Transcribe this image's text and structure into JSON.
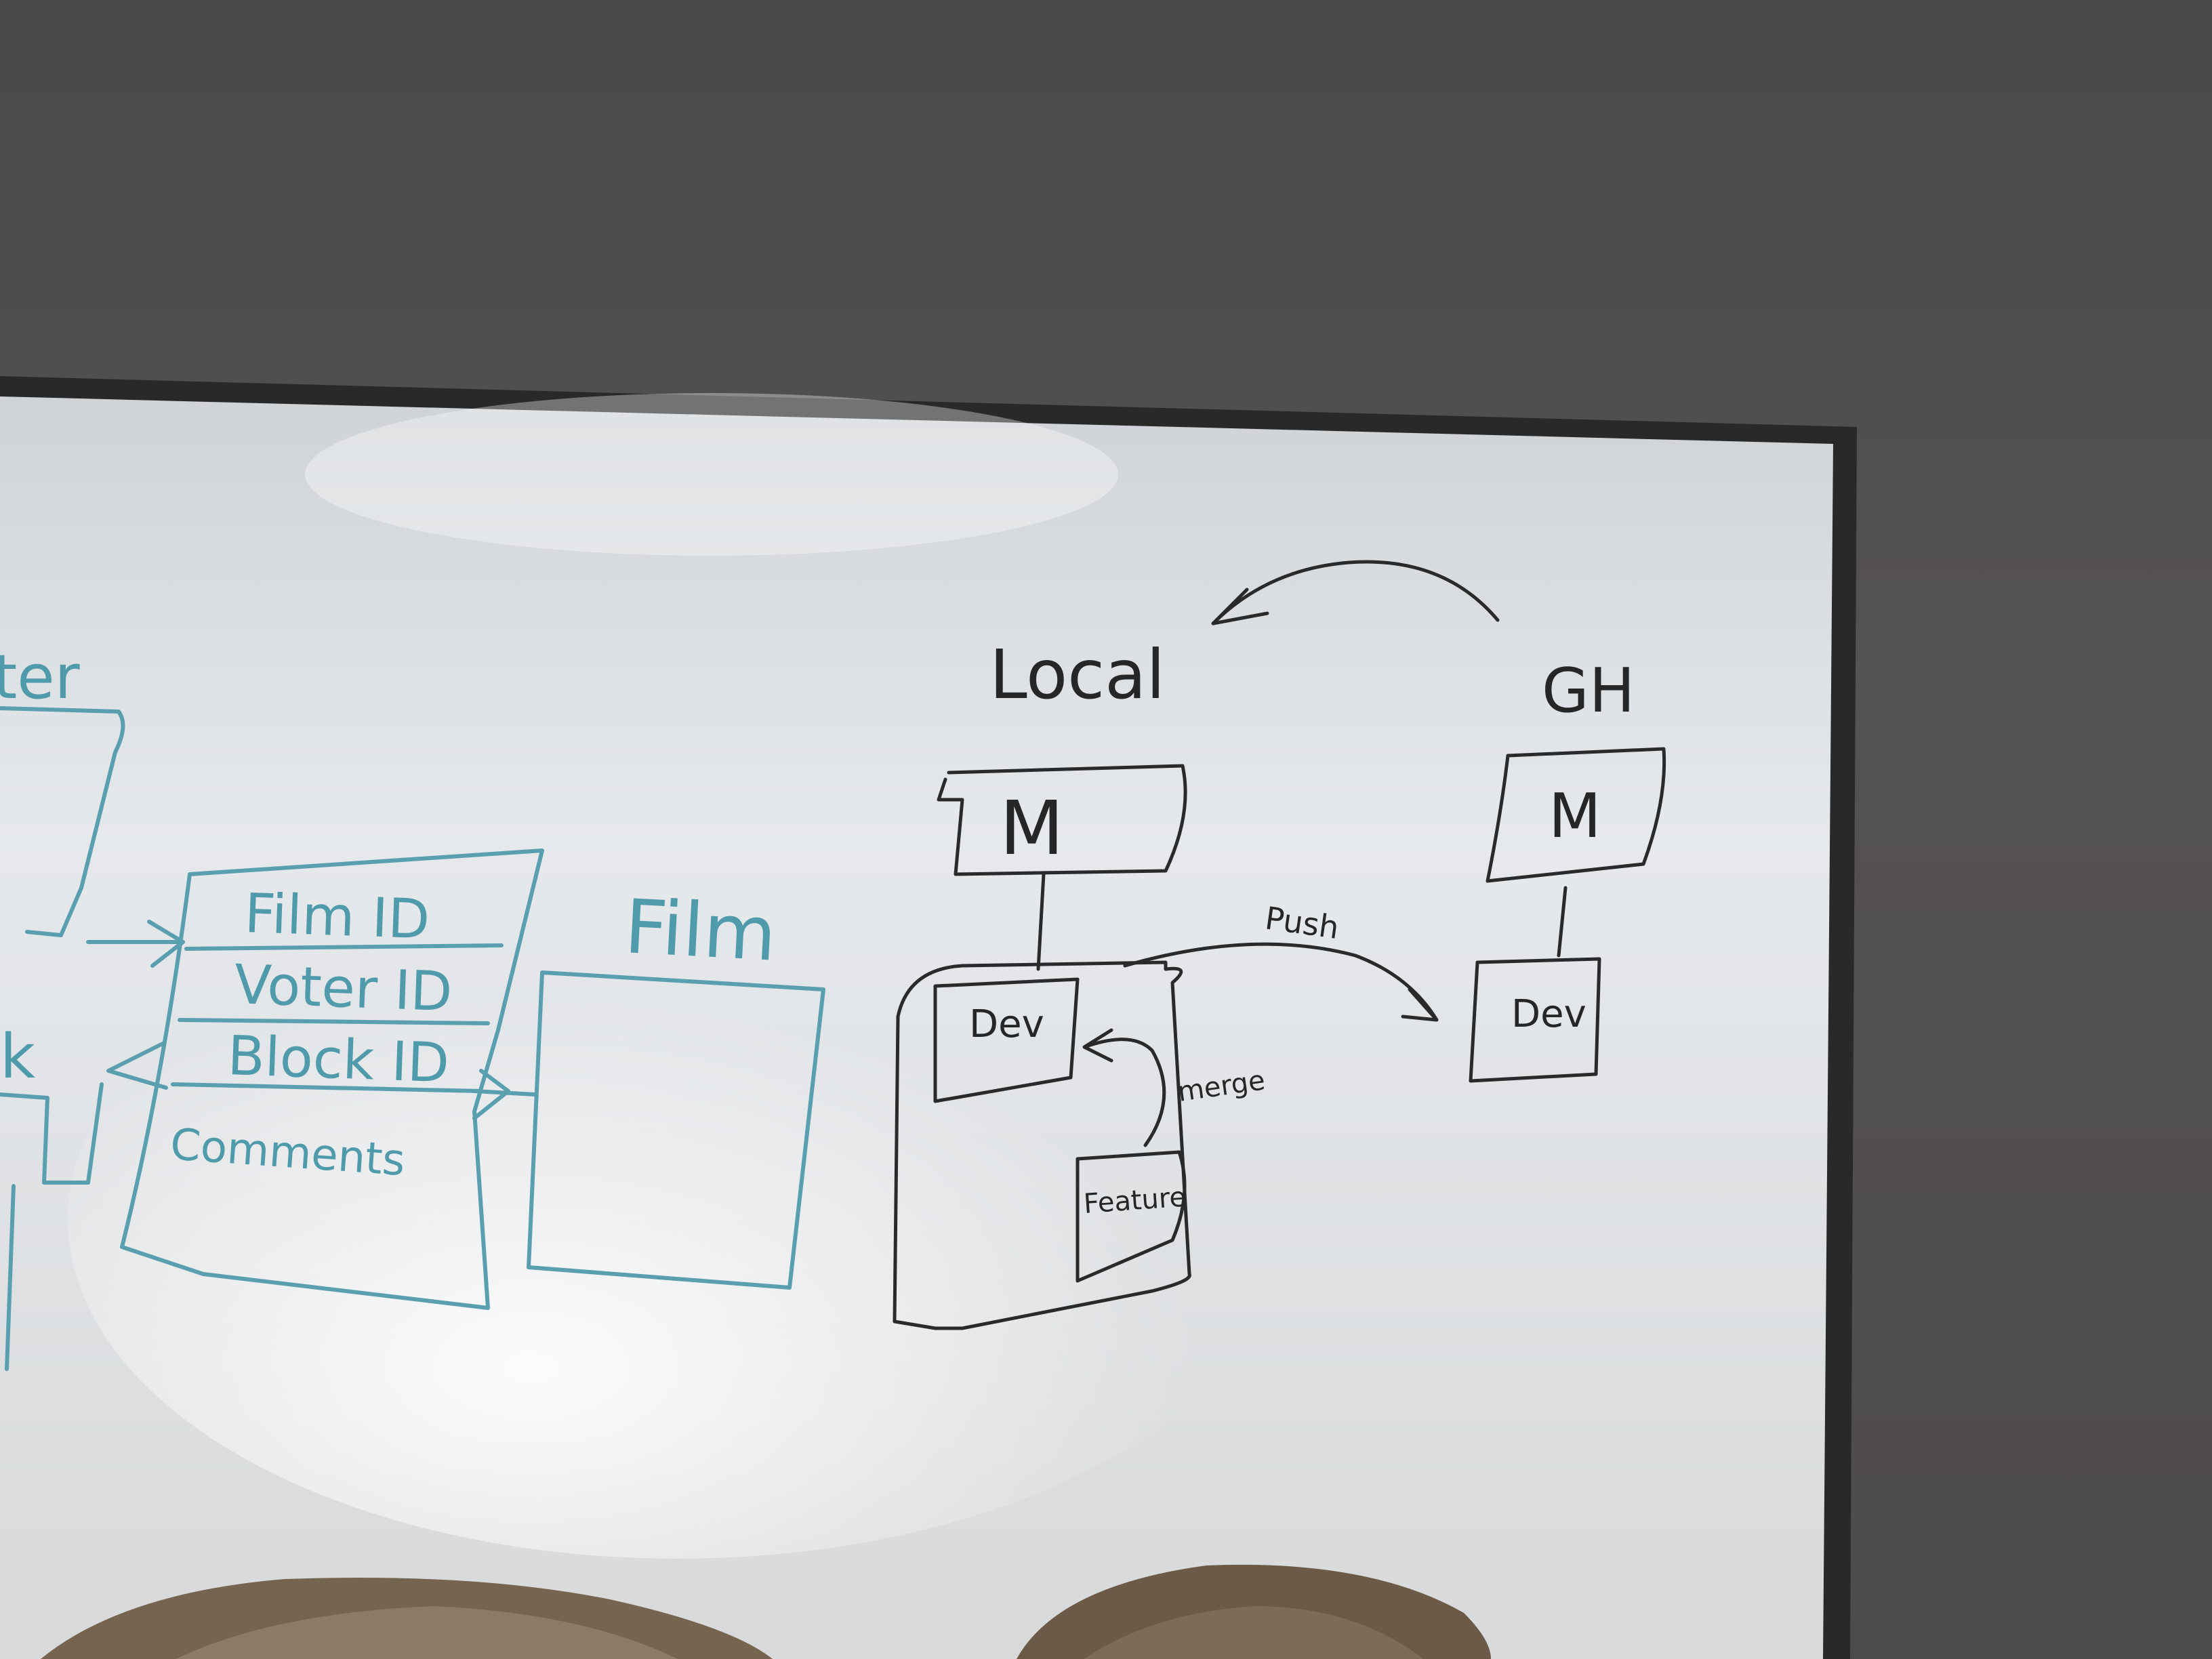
{
  "whiteboard": {
    "colors": {
      "wall": "#4f4c4c",
      "frame": "#2b2a2a",
      "board_light": "#eef1f3",
      "board_shade": "#c9cccf",
      "blue_marker": "#5a9fb0",
      "black_marker": "#2a2a2a",
      "hair": "#6e5f4c"
    },
    "left_diagram": {
      "partial_label_top": "ter",
      "partial_label_mid": "k",
      "table_fields": [
        "Film ID",
        "Voter ID",
        "Block ID",
        "Comments"
      ],
      "film_label": "Film"
    },
    "git_diagram": {
      "local_label": "Local",
      "remote_label": "GH",
      "local_master": "M",
      "remote_master": "M",
      "local_dev": "Dev",
      "remote_dev": "Dev",
      "feature": "Feature",
      "merge_label": "merge",
      "push_label": "Push"
    }
  }
}
